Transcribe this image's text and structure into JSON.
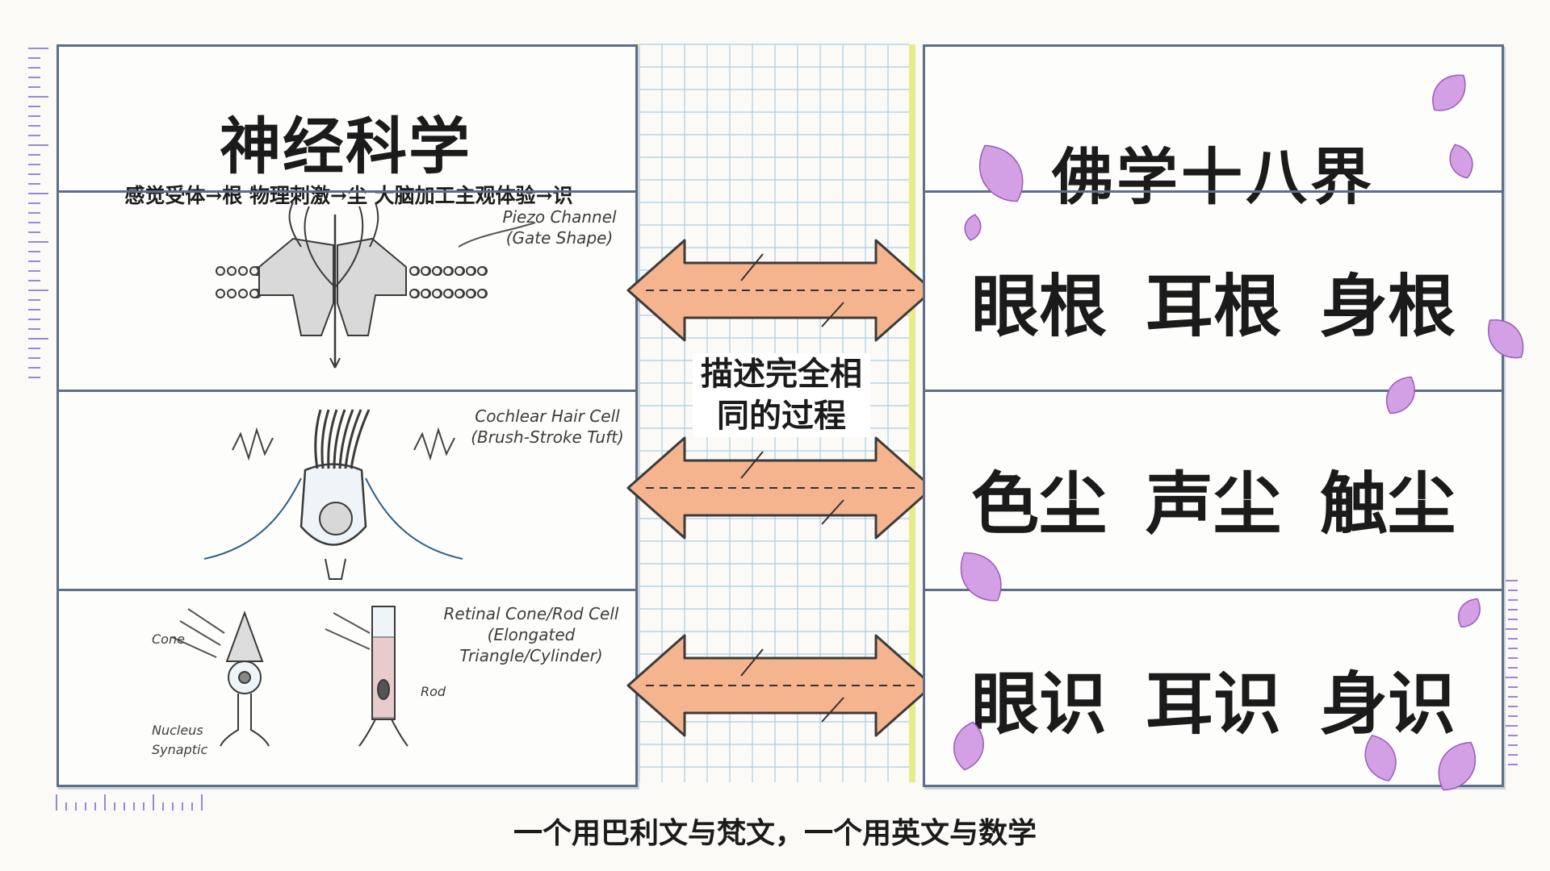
{
  "left_panel": {
    "title": "神经科学",
    "subtitle": "感觉受体→根  物理刺激→尘  大脑加工主观体验→识",
    "sketches": [
      {
        "label": "Piezo Channel\n(Gate Shape)"
      },
      {
        "label": "Cochlear Hair Cell\n(Brush-Stroke Tuft)"
      },
      {
        "label": "Retinal Cone/Rod Cell\n(Elongated Triangle/Cylinder)",
        "parts": [
          "Cone",
          "Rod",
          "Nucleus",
          "Synaptic"
        ]
      }
    ]
  },
  "center": {
    "text": "描述完全相同的过程"
  },
  "right_panel": {
    "title": "佛学十八界",
    "rows": [
      [
        "眼根",
        "耳根",
        "身根"
      ],
      [
        "色尘",
        "声尘",
        "触尘"
      ],
      [
        "眼识",
        "耳识",
        "身识"
      ]
    ]
  },
  "footer": "一个用巴利文与梵文，一个用英文与数学",
  "colors": {
    "panel_border": "#5d6f86",
    "arrow_fill": "#f6b48e",
    "grid_line": "#9cc3dc",
    "highlight": "#e6ec8a",
    "petal": "#c98ae0",
    "accent_purple": "#8a63c9"
  },
  "icons": [
    "double-arrow-icon",
    "petal-icon",
    "piezo-channel-sketch",
    "hair-cell-sketch",
    "cone-cell-sketch",
    "rod-cell-sketch"
  ]
}
